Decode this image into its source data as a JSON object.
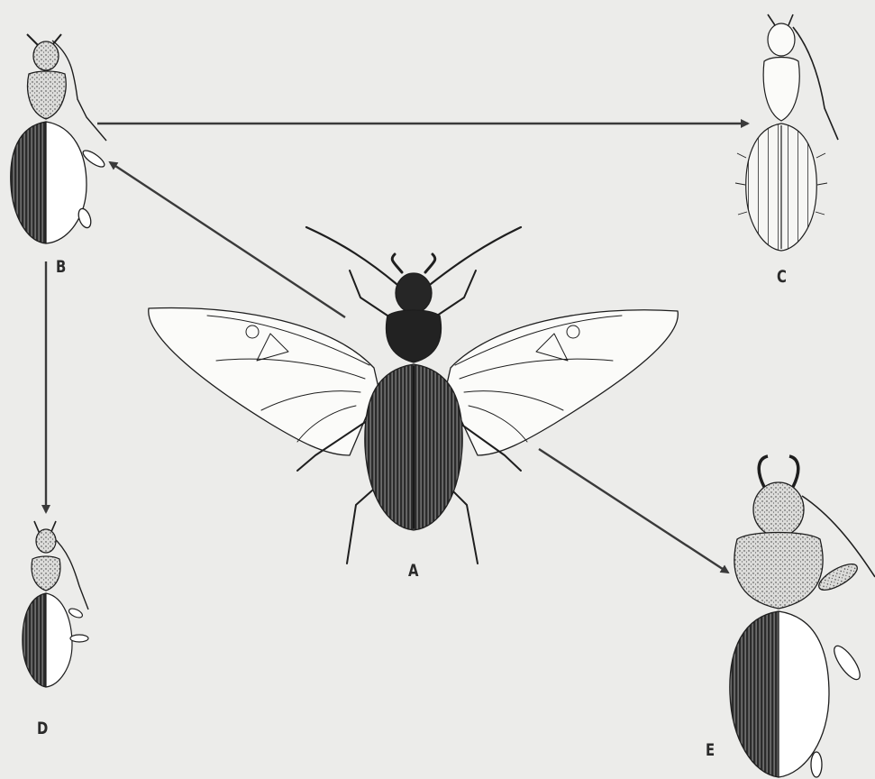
{
  "figure": {
    "labels": {
      "a": "A",
      "b": "B",
      "c": "C",
      "d": "D",
      "e": "E"
    },
    "colors": {
      "background": "#ececea",
      "ink": "#1e1e1e",
      "arrow": "#3a3a3a"
    }
  }
}
